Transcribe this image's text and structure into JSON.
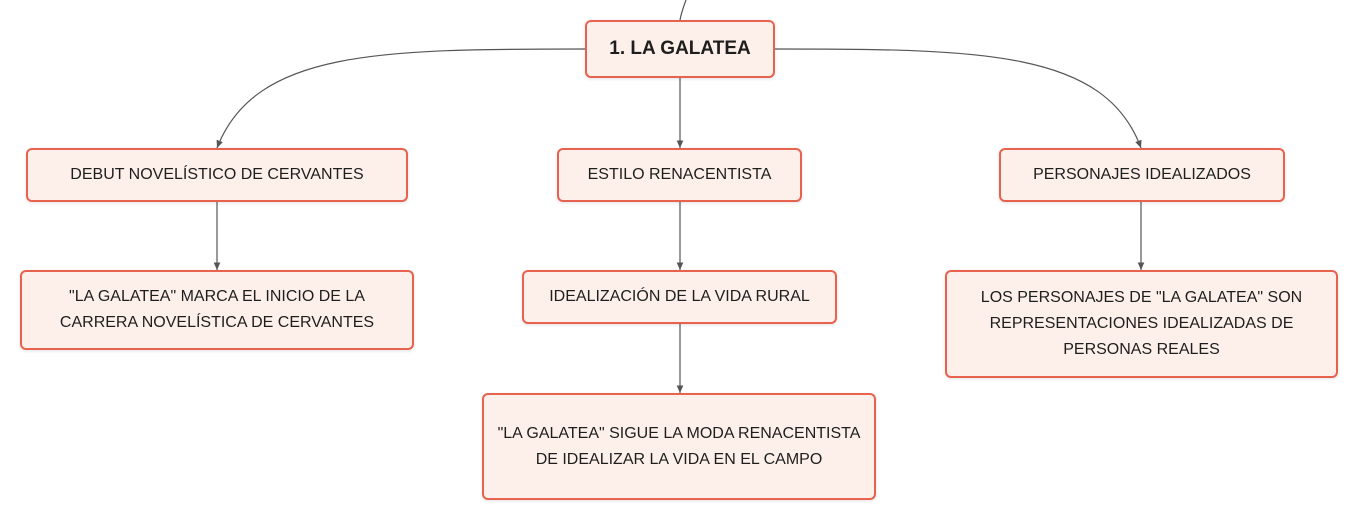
{
  "colors": {
    "node_border": "#e8634f",
    "node_fill": "#fdf0ea",
    "edge": "#555555",
    "text": "#1e1e1e"
  },
  "root": {
    "label": "1. LA GALATEA"
  },
  "branches": [
    {
      "label": "DEBUT NOVELÍSTICO DE CERVANTES",
      "children": [
        {
          "lines": [
            "\"LA GALATEA\" MARCA EL INICIO DE LA",
            "CARRERA NOVELÍSTICA DE CERVANTES"
          ]
        }
      ]
    },
    {
      "label": "ESTILO RENACENTISTA",
      "children": [
        {
          "lines": [
            "IDEALIZACIÓN DE LA VIDA RURAL"
          ]
        },
        {
          "lines": [
            "\"LA GALATEA\" SIGUE LA MODA RENACENTISTA",
            "DE IDEALIZAR LA VIDA EN EL CAMPO"
          ]
        }
      ]
    },
    {
      "label": "PERSONAJES IDEALIZADOS",
      "children": [
        {
          "lines": [
            "LOS PERSONAJES DE \"LA GALATEA\" SON",
            "REPRESENTACIONES IDEALIZADAS DE",
            "PERSONAS REALES"
          ]
        }
      ]
    }
  ]
}
